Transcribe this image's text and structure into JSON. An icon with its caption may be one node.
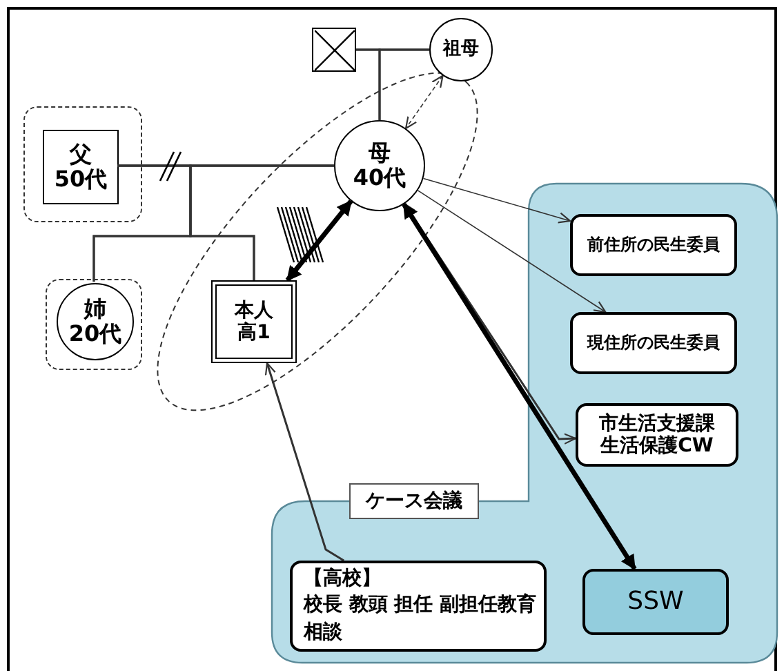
{
  "diagram": {
    "nodes": [
      {
        "text": [],
        "shape": "box"
      },
      {
        "text": [
          "祖母"
        ]
      },
      {
        "text": [],
        "shape": "box"
      },
      {
        "text": [
          "父",
          "50代"
        ],
        "in": 2
      },
      {
        "text": [],
        "shape": "ellipse"
      },
      {
        "text": [
          "母",
          "40代"
        ],
        "in": 4
      },
      {
        "text": [],
        "shape": "box"
      },
      {
        "text": [
          "姉",
          "20代"
        ],
        "in": 6
      },
      {
        "text": [
          "本人",
          "高1"
        ],
        "in": 4
      },
      {
        "text": [
          "ケース会議"
        ]
      },
      {
        "text": [
          "前住所の民生委員"
        ],
        "in": 9
      },
      {
        "text": [
          "現住所の民生委員"
        ],
        "in": 9
      },
      {
        "text": [
          "市生活支援課生活保護CW"
        ],
        "in": 9
      },
      {
        "text": [
          "【高校】",
          "校長 教頭 担任 副担任教育相談"
        ],
        "in": 9
      },
      {
        "text": [
          "SSW"
        ],
        "in": 9
      }
    ],
    "edges": [
      {
        "from": 0,
        "to": 1,
        "arrow": "none"
      },
      {
        "from": 0,
        "to": 5,
        "arrow": "none"
      },
      {
        "from": 1,
        "to": 5,
        "arrow": "none"
      },
      {
        "from": 3,
        "to": 5,
        "arrow": "none"
      },
      {
        "from": 3,
        "to": 7,
        "arrow": "none"
      },
      {
        "from": 5,
        "to": 7,
        "arrow": "none"
      },
      {
        "from": 3,
        "to": 8,
        "arrow": "none"
      },
      {
        "from": 5,
        "to": 8,
        "arrow": "none"
      },
      {
        "from": 1,
        "to": 5,
        "arrow": "both",
        "style": "dashed"
      },
      {
        "from": 5,
        "to": 8,
        "arrow": "both",
        "style": "thick"
      },
      {
        "from": 5,
        "to": 10,
        "arrow": "to"
      },
      {
        "from": 5,
        "to": 11,
        "arrow": "to"
      },
      {
        "from": 5,
        "to": 12,
        "arrow": "both"
      },
      {
        "from": 13,
        "to": 8,
        "arrow": "to"
      },
      {
        "from": 5,
        "to": 14,
        "arrow": "both",
        "style": "thick"
      }
    ]
  }
}
